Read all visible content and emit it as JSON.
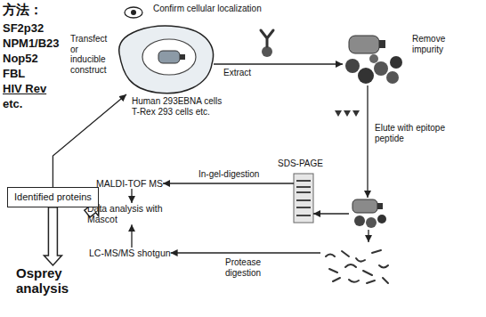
{
  "diagram": {
    "title": "方法：",
    "nodes": [
      {
        "text": [
          "Confirm cellular localization",
          "Human 293EBNA cells T-Rex 293 cells etc."
        ]
      },
      {
        "text": [
          "Remove impurity"
        ]
      },
      {
        "text": []
      },
      {
        "text": [
          "SDS-PAGE"
        ]
      },
      {
        "text": []
      },
      {
        "text": [
          "MALDI-TOF MS"
        ]
      },
      {
        "text": [
          "LC-MS/MS shotgun"
        ]
      },
      {
        "text": [
          "Data analysis with Mascot"
        ]
      },
      {
        "text": [
          "Identified proteins"
        ]
      },
      {
        "text": [
          "Osprey analysis"
        ]
      }
    ],
    "edges": [
      {
        "from": 0,
        "to": 1,
        "arrow": "to",
        "label": "Extract"
      },
      {
        "from": 1,
        "to": 2,
        "arrow": "to",
        "label": "Elute with epitope peptide"
      },
      {
        "from": 2,
        "to": 3,
        "arrow": "to"
      },
      {
        "from": 2,
        "to": 4,
        "arrow": "to"
      },
      {
        "from": 3,
        "to": 5,
        "arrow": "to",
        "label": "In-gel-digestion"
      },
      {
        "from": 4,
        "to": 6,
        "arrow": "to",
        "label": "Protease digestion"
      },
      {
        "from": 5,
        "to": 7,
        "arrow": "to"
      },
      {
        "from": 6,
        "to": 7,
        "arrow": "to"
      },
      {
        "from": 7,
        "to": 8,
        "arrow": "to"
      },
      {
        "from": 8,
        "to": 0,
        "arrow": "to",
        "label": "Transfect or inducible construct"
      },
      {
        "from": 8,
        "to": 9,
        "arrow": "to"
      }
    ],
    "labels": [
      "SF2p32",
      "NPM1/B23",
      "Nop52",
      "FBL",
      "HIV Rev",
      "etc."
    ]
  }
}
